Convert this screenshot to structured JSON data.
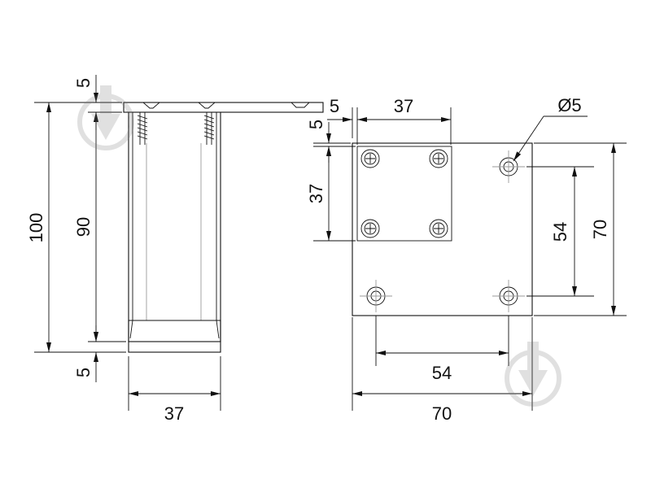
{
  "side_view": {
    "total_height": "100",
    "leg_height": "90",
    "top_plate": "5",
    "bottom_pad": "5",
    "width": "37"
  },
  "plan_view": {
    "plate_offset": "5",
    "inner_width": "37",
    "inner_height": "37",
    "hole_diameter": "Ø5",
    "hole_spacing_x": "54",
    "hole_spacing_y": "54",
    "plate_width": "70",
    "plate_height": "70"
  },
  "icons": [
    "download-arrow-icon",
    "download-arrow-icon"
  ]
}
